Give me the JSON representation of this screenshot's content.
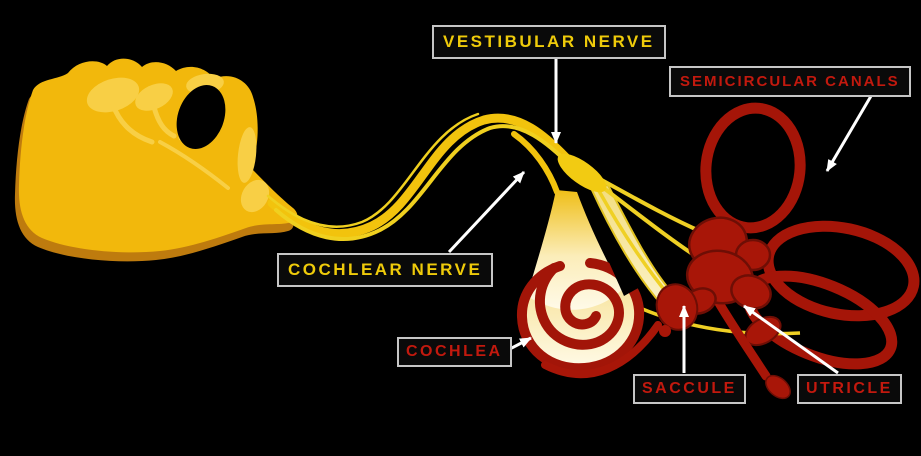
{
  "figure": {
    "title": "Inner ear and vestibulocochlear nerve diagram",
    "background": "#000000"
  },
  "labels": {
    "vestibular_nerve": "VESTIBULAR NERVE",
    "semicircular_canals": "SEMICIRCULAR CANALS",
    "cochlear_nerve": "COCHLEAR NERVE",
    "cochlea": "COCHLEA",
    "saccule": "SACCULE",
    "utricle": "UTRICLE"
  },
  "colors": {
    "gold": "#F2B80C",
    "gold_light": "#F8CF45",
    "gold_shadow": "#BE7B0E",
    "nerve_yellow": "#F0D01F",
    "cream": "#FBF0C8",
    "red": "#A81608",
    "red_outline": "#6E0E05",
    "label_yellow": "#EFCB0A",
    "label_red": "#C2190E",
    "label_border": "#C6C6C6",
    "arrow_white": "#FFFFFF"
  }
}
